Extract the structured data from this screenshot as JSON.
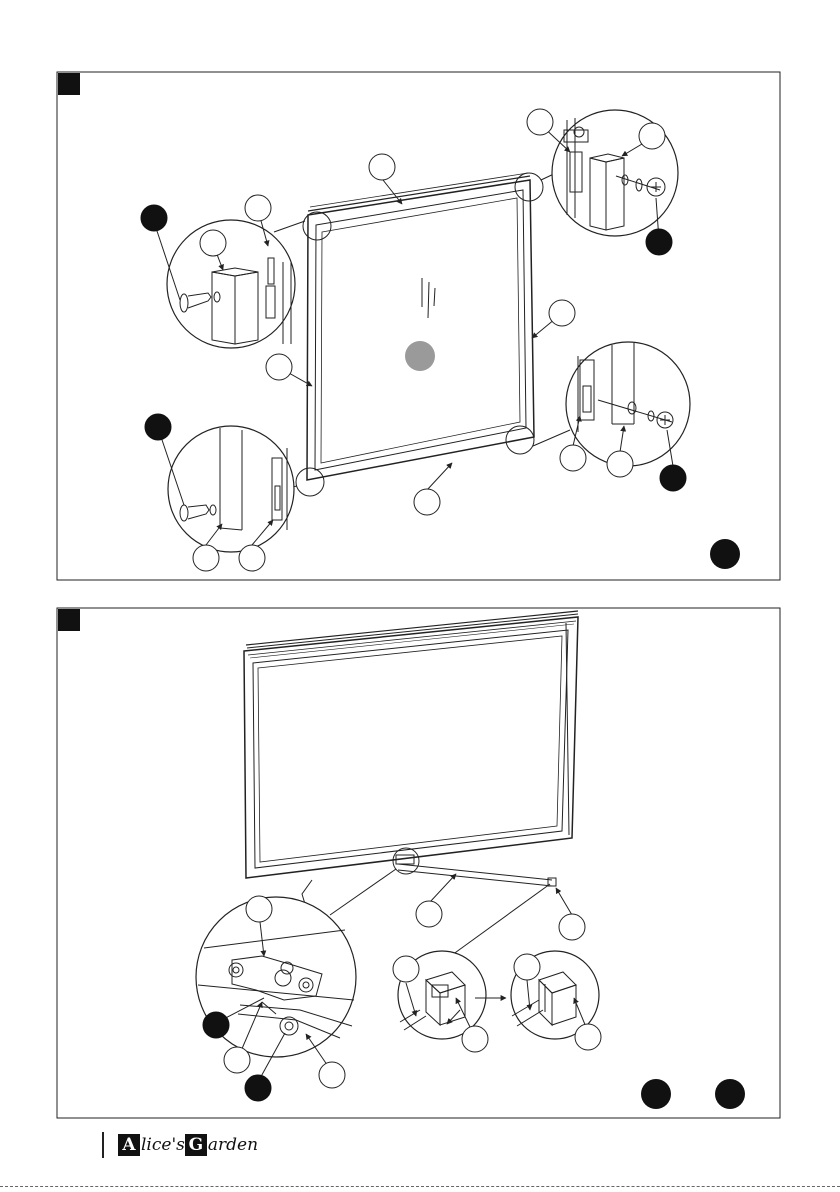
{
  "brand": {
    "initial1": "A",
    "word1": "lice's",
    "initial2": "G",
    "word2": "arden"
  },
  "colors": {
    "line": "#222222",
    "callout_fill": "#ffffff",
    "step_fill": "#111111",
    "glass_mark": "#9a9a9a"
  }
}
